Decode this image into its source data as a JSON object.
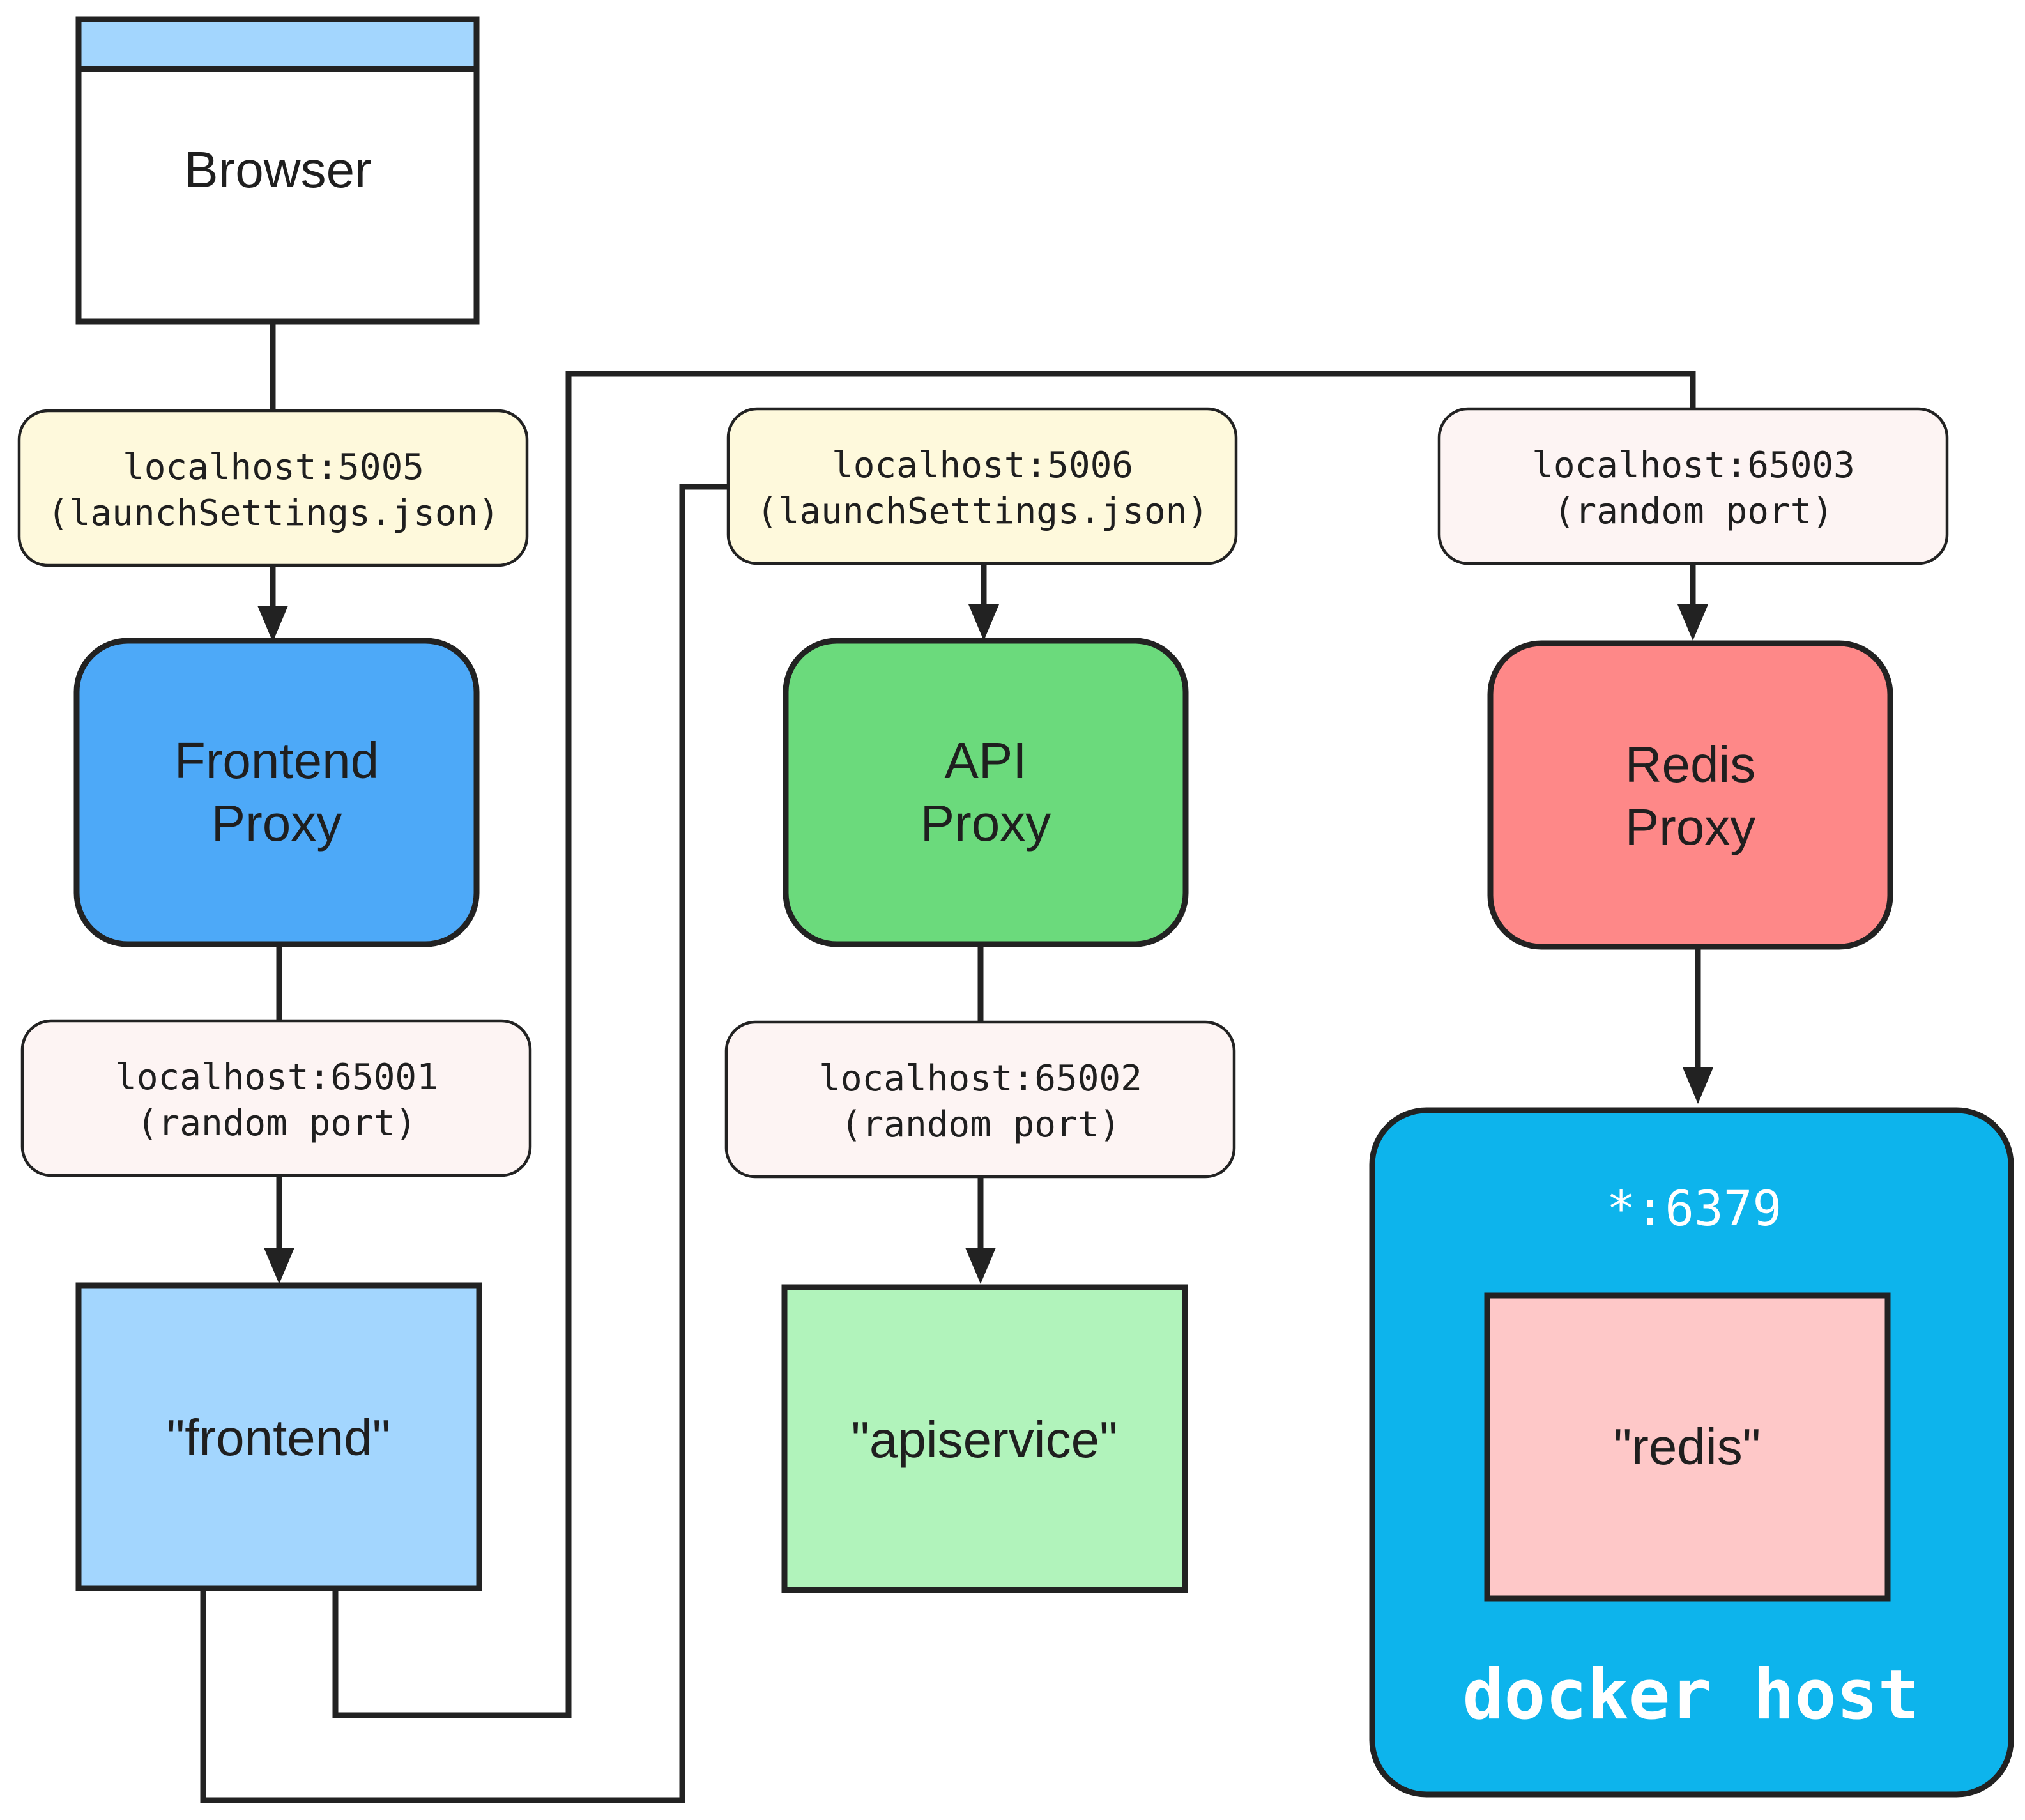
{
  "nodes": {
    "browser": {
      "label": "Browser"
    },
    "frontend_proxy": {
      "line1": "Frontend",
      "line2": "Proxy"
    },
    "api_proxy": {
      "line1": "API",
      "line2": "Proxy"
    },
    "redis_proxy": {
      "line1": "Redis",
      "line2": "Proxy"
    },
    "frontend": {
      "label": "\"frontend\""
    },
    "apiservice": {
      "label": "\"apiservice\""
    },
    "redis": {
      "label": "\"redis\""
    }
  },
  "edge_labels": {
    "browser_to_frontend_proxy": {
      "line1": "localhost:5005",
      "line2": "(launchSettings.json)"
    },
    "frontend_proxy_to_frontend": {
      "line1": "localhost:65001",
      "line2": "(random port)"
    },
    "frontend_to_api_proxy": {
      "line1": "localhost:5006",
      "line2": "(launchSettings.json)"
    },
    "api_proxy_to_apiservice": {
      "line1": "localhost:65002",
      "line2": "(random port)"
    },
    "frontend_to_redis_proxy": {
      "line1": "localhost:65003",
      "line2": "(random port)"
    }
  },
  "docker_host": {
    "port": "*:6379",
    "title": "docker host"
  },
  "colors": {
    "browser_header": "#a3d6fe",
    "frontend_proxy": "#4da9f8",
    "api_proxy": "#6bda7c",
    "redis_proxy": "#fe8888",
    "frontend": "#a3d6fe",
    "apiservice": "#b1f3bb",
    "redis": "#fec8c8",
    "docker_host": "#0db4ec",
    "label_yellow": "#fef9dc",
    "label_pink": "#fdf4f3",
    "stroke": "#222222"
  }
}
